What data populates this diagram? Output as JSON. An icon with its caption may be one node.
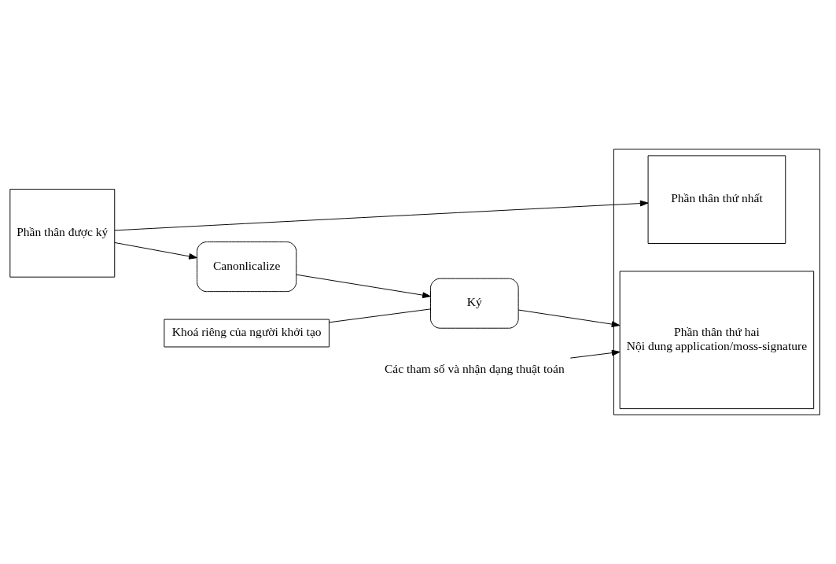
{
  "diagram": {
    "nodes": [
      {
        "text": [
          "Phần thân được ký"
        ]
      },
      {
        "text": [
          "Khoá riêng của người khởi tạo"
        ]
      },
      {
        "text": [
          "Canonlicalize"
        ]
      },
      {
        "text": [
          "Ký"
        ]
      },
      {
        "text": [
          "Các tham số và nhận dạng thuật toán"
        ]
      },
      {
        "text": [],
        "shape": "box"
      },
      {
        "text": [
          "Phần thân thứ nhất"
        ],
        "in": 5
      },
      {
        "text": [
          "Phần thân thứ hai",
          "Nội dung application/moss-signature"
        ],
        "in": 5
      }
    ],
    "edges": [
      {
        "from": 0,
        "to": 6,
        "arrow": "to"
      },
      {
        "from": 0,
        "to": 2,
        "arrow": "to"
      },
      {
        "from": 1,
        "to": 3,
        "arrow": "none"
      },
      {
        "from": 2,
        "to": 3,
        "arrow": "to"
      },
      {
        "from": 3,
        "to": 7,
        "arrow": "to"
      },
      {
        "from": 4,
        "to": 7,
        "arrow": "to"
      }
    ]
  }
}
